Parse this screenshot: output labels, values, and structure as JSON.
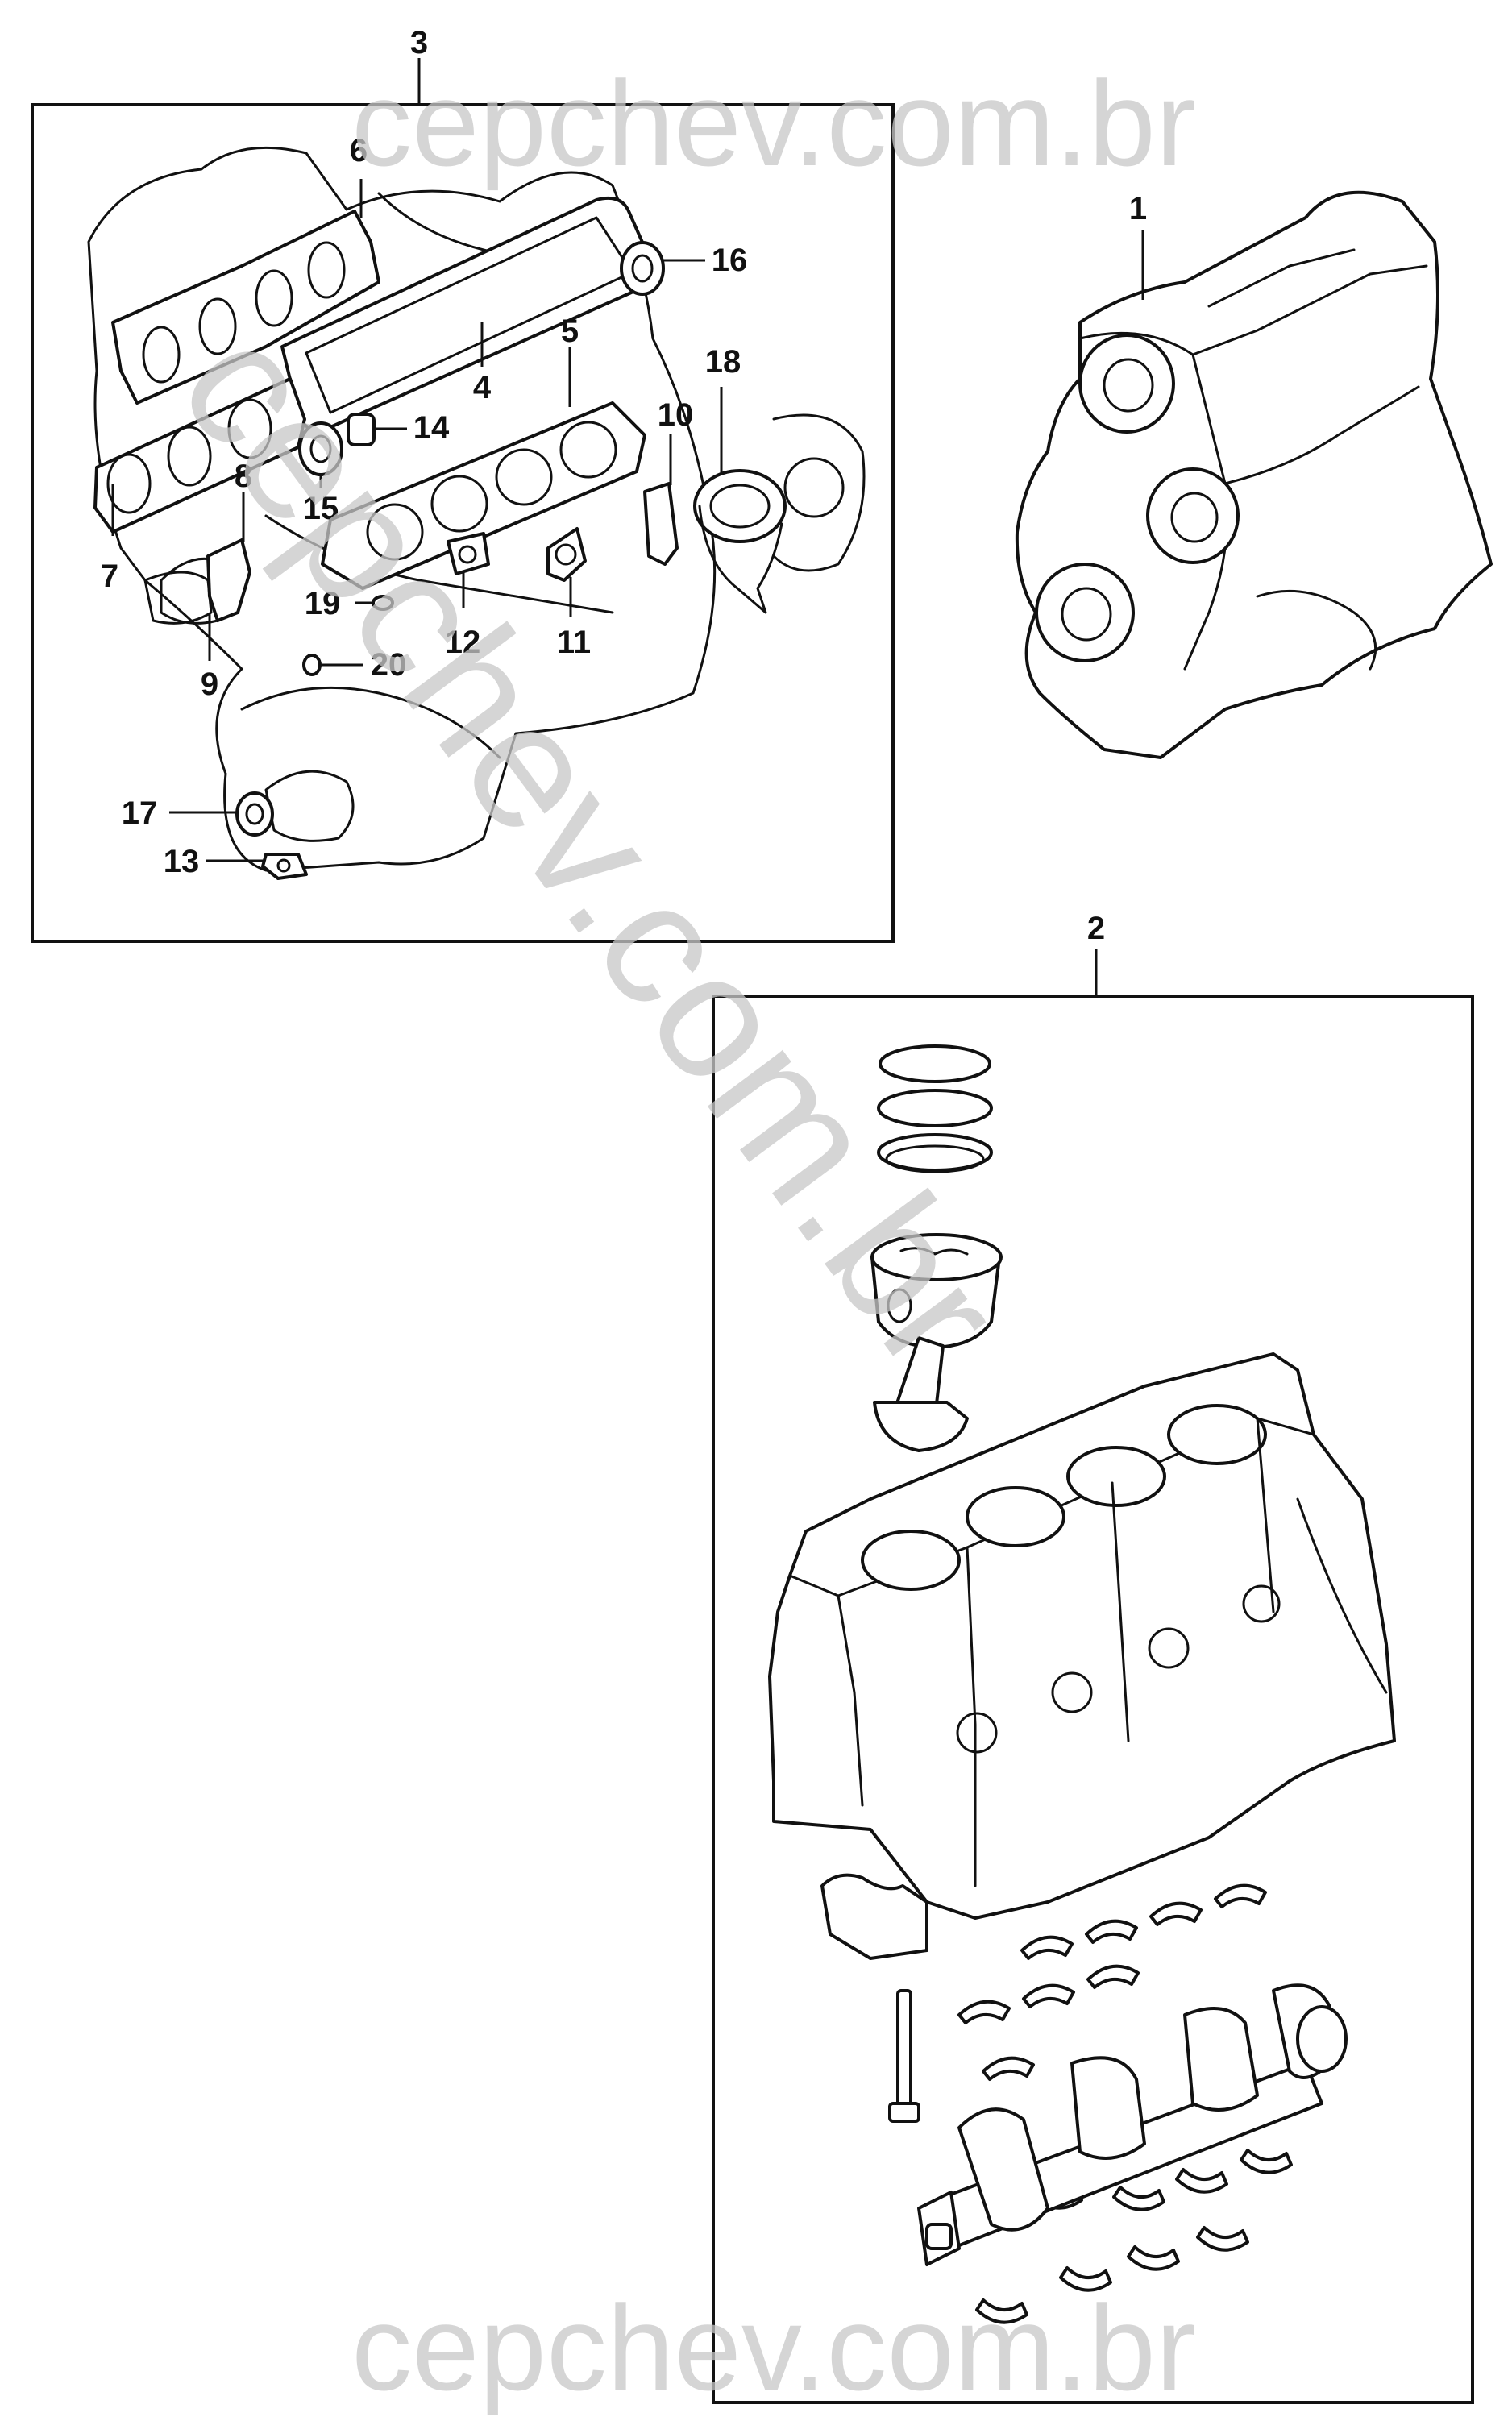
{
  "watermark": {
    "top": "cepchev.com.br",
    "bottom": "cepchev.com.br",
    "diagonal": "cepchev.com.br"
  },
  "callouts": [
    {
      "id": "1",
      "text": "1"
    },
    {
      "id": "2",
      "text": "2"
    },
    {
      "id": "3",
      "text": "3"
    },
    {
      "id": "4",
      "text": "4"
    },
    {
      "id": "5",
      "text": "5"
    },
    {
      "id": "6",
      "text": "6"
    },
    {
      "id": "7",
      "text": "7"
    },
    {
      "id": "8",
      "text": "8"
    },
    {
      "id": "9",
      "text": "9"
    },
    {
      "id": "10",
      "text": "10"
    },
    {
      "id": "11",
      "text": "11"
    },
    {
      "id": "12",
      "text": "12"
    },
    {
      "id": "13",
      "text": "13"
    },
    {
      "id": "14",
      "text": "14"
    },
    {
      "id": "15",
      "text": "15"
    },
    {
      "id": "16",
      "text": "16"
    },
    {
      "id": "17",
      "text": "17"
    },
    {
      "id": "18",
      "text": "18"
    },
    {
      "id": "19",
      "text": "19"
    },
    {
      "id": "20",
      "text": "20"
    }
  ],
  "colors": {
    "line": "#111111",
    "watermark": "#c8c8c8",
    "background": "#ffffff"
  }
}
